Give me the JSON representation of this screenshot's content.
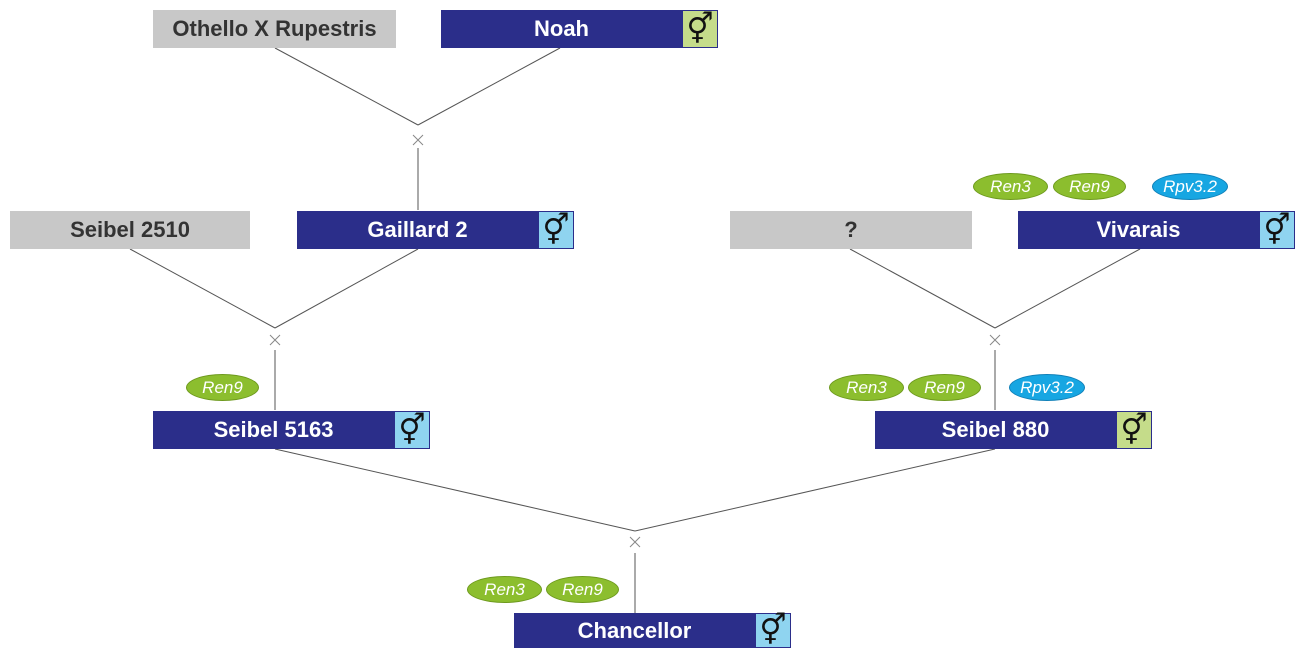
{
  "nodes": {
    "othello": "Othello X Rupestris",
    "noah": "Noah",
    "seibel2510": "Seibel 2510",
    "gaillard2": "Gaillard 2",
    "unknown": "?",
    "vivarais": "Vivarais",
    "seibel5163": "Seibel 5163",
    "seibel880": "Seibel 880",
    "chancellor": "Chancellor"
  },
  "sex_symbol": "⚥",
  "cross_symbol": "×",
  "genes": {
    "ren3": "Ren3",
    "ren9": "Ren9",
    "rpv32": "Rpv3.2"
  },
  "colors": {
    "variety_box": "#2b2e8a",
    "unknown_box": "#c8c8c8",
    "symbol_light_blue": "#8fd4f0",
    "symbol_light_green": "#c5dc8a",
    "gene_green": "#8cbe2e",
    "gene_blue": "#17a6e2"
  }
}
